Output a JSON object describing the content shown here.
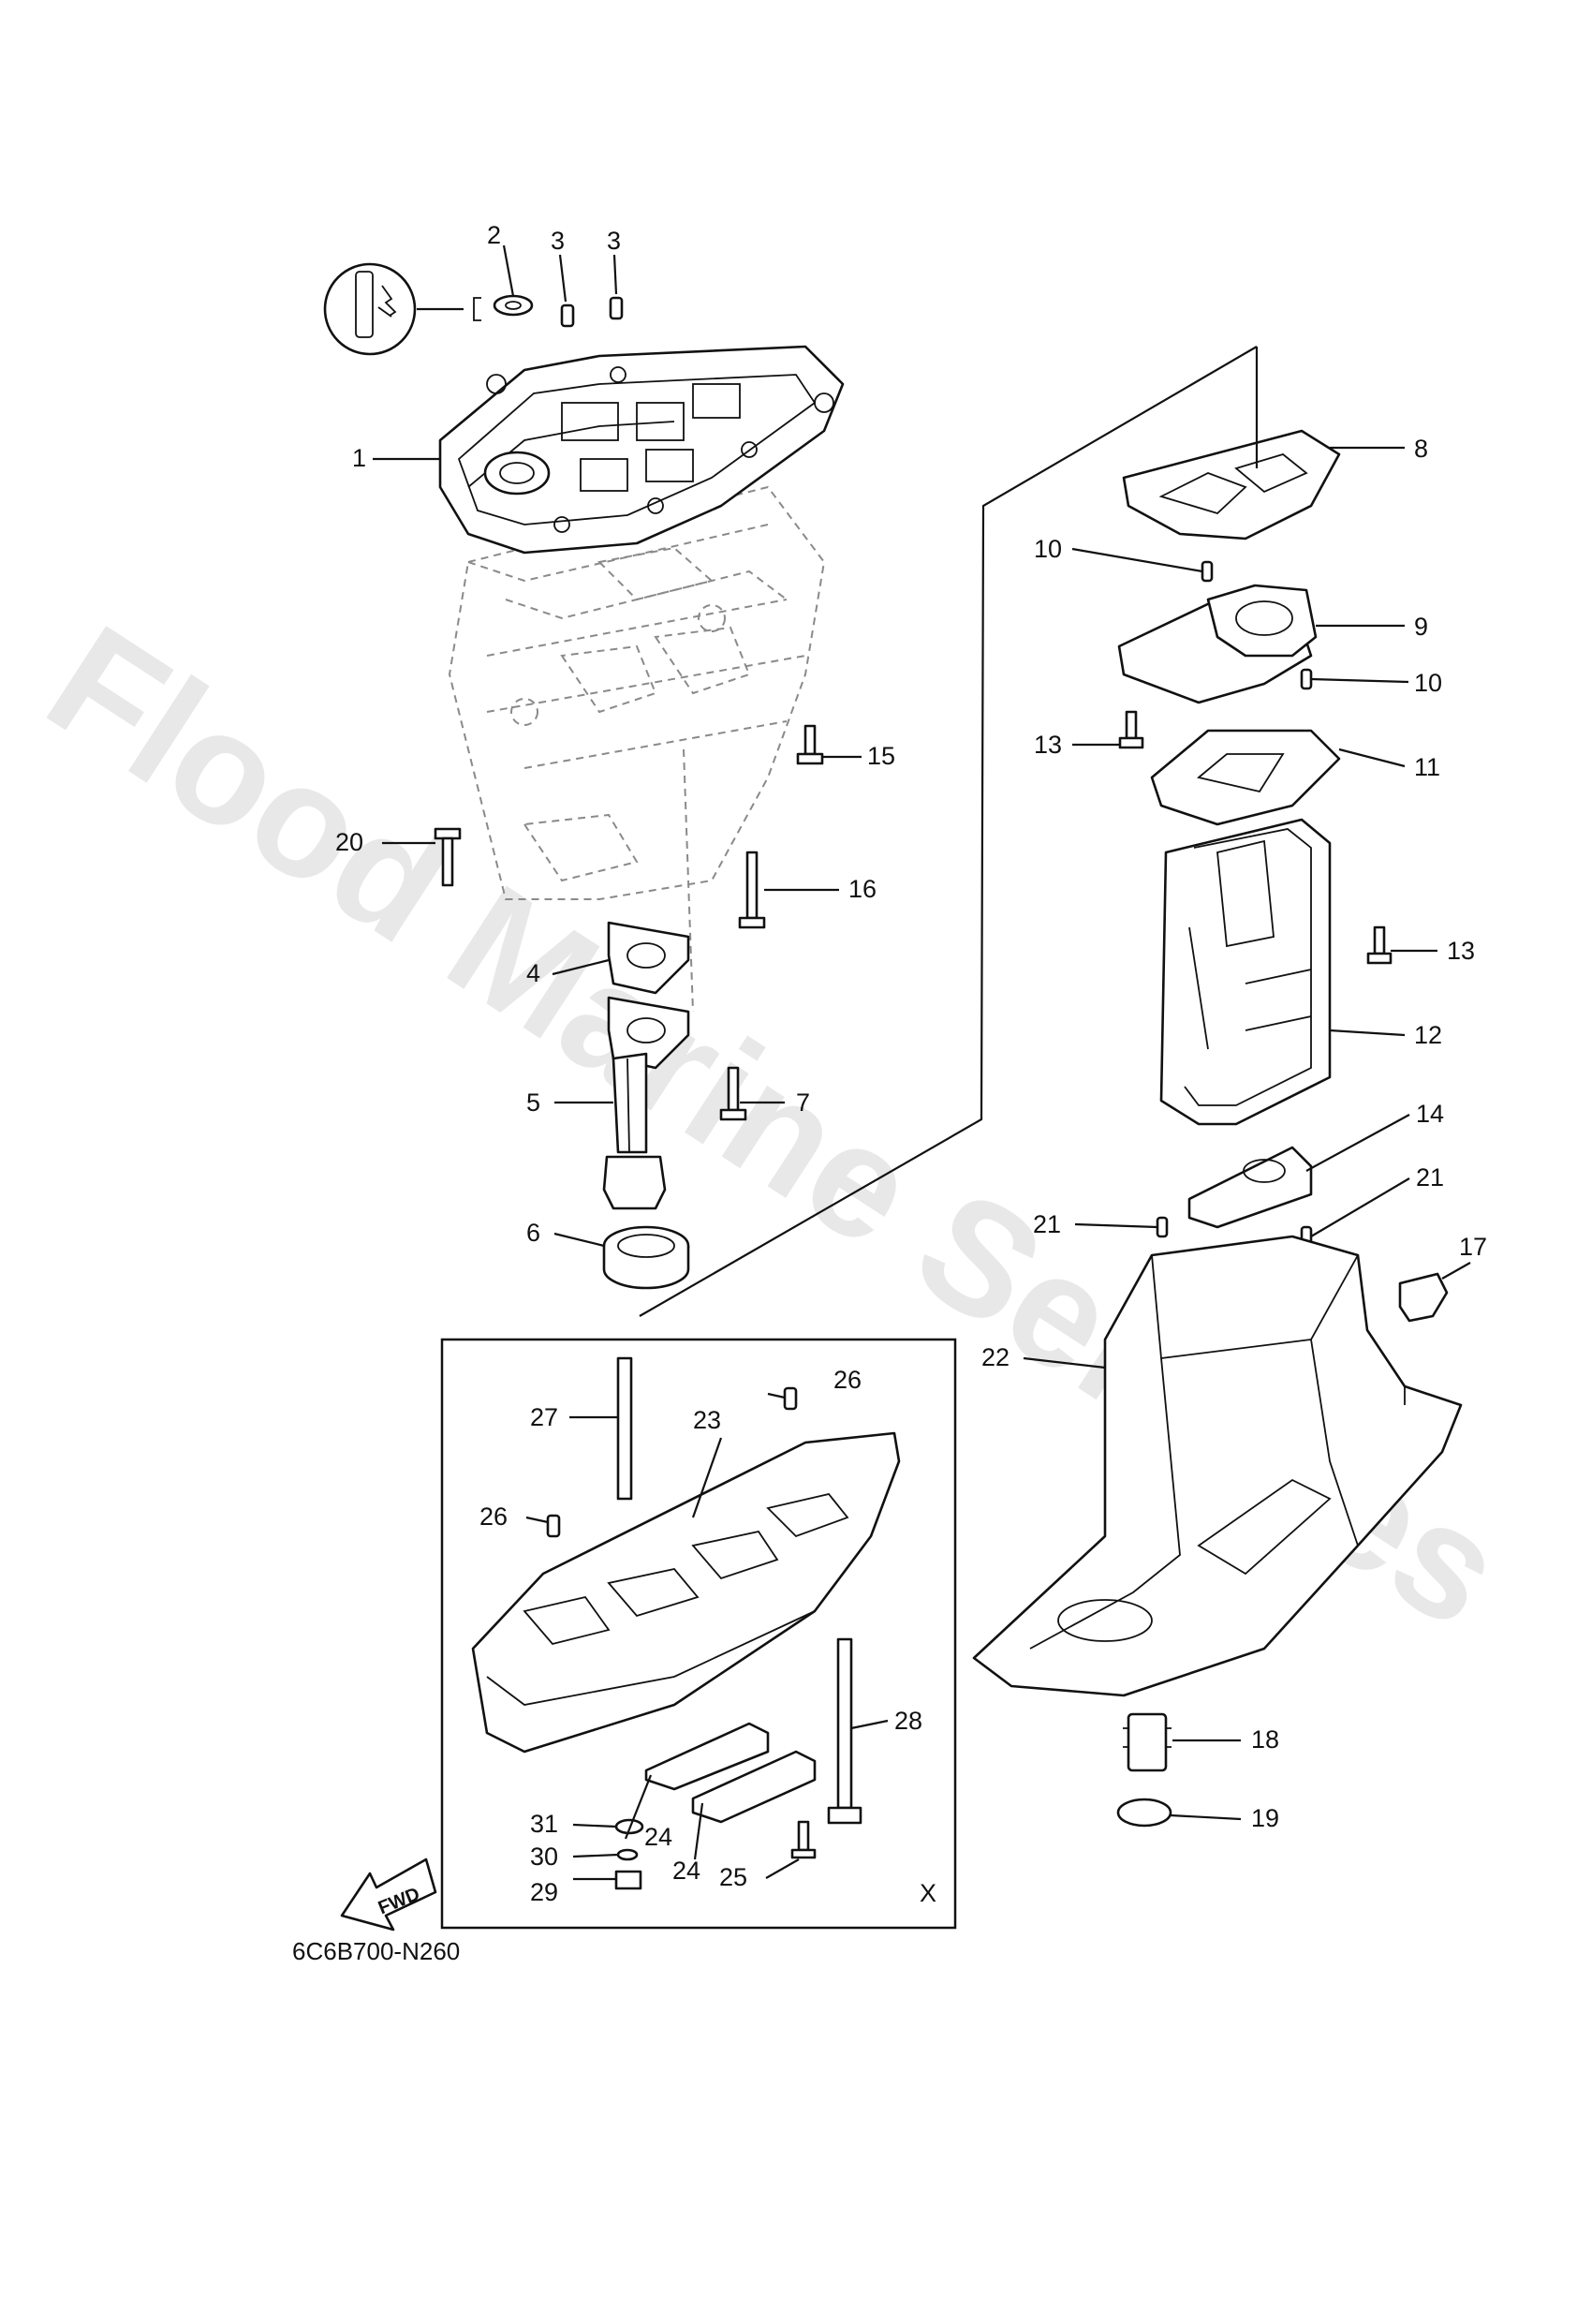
{
  "watermark": "Flood Marine Services",
  "diagram_code": "6C6B700-N260",
  "inset_marker": "X",
  "fwd_label": "FWD",
  "callouts": [
    {
      "id": "c1",
      "label": "1"
    },
    {
      "id": "c2",
      "label": "2"
    },
    {
      "id": "c3a",
      "label": "3"
    },
    {
      "id": "c3b",
      "label": "3"
    },
    {
      "id": "c4",
      "label": "4"
    },
    {
      "id": "c5",
      "label": "5"
    },
    {
      "id": "c6",
      "label": "6"
    },
    {
      "id": "c7",
      "label": "7"
    },
    {
      "id": "c8",
      "label": "8"
    },
    {
      "id": "c9",
      "label": "9"
    },
    {
      "id": "c10a",
      "label": "10"
    },
    {
      "id": "c10b",
      "label": "10"
    },
    {
      "id": "c11",
      "label": "11"
    },
    {
      "id": "c12",
      "label": "12"
    },
    {
      "id": "c13a",
      "label": "13"
    },
    {
      "id": "c13b",
      "label": "13"
    },
    {
      "id": "c14",
      "label": "14"
    },
    {
      "id": "c15",
      "label": "15"
    },
    {
      "id": "c16",
      "label": "16"
    },
    {
      "id": "c17",
      "label": "17"
    },
    {
      "id": "c18",
      "label": "18"
    },
    {
      "id": "c19",
      "label": "19"
    },
    {
      "id": "c20",
      "label": "20"
    },
    {
      "id": "c21a",
      "label": "21"
    },
    {
      "id": "c21b",
      "label": "21"
    },
    {
      "id": "c22",
      "label": "22"
    },
    {
      "id": "c23",
      "label": "23"
    },
    {
      "id": "c24a",
      "label": "24"
    },
    {
      "id": "c24b",
      "label": "24"
    },
    {
      "id": "c25",
      "label": "25"
    },
    {
      "id": "c26a",
      "label": "26"
    },
    {
      "id": "c26b",
      "label": "26"
    },
    {
      "id": "c27",
      "label": "27"
    },
    {
      "id": "c28",
      "label": "28"
    },
    {
      "id": "c29",
      "label": "29"
    },
    {
      "id": "c30",
      "label": "30"
    },
    {
      "id": "c31",
      "label": "31"
    }
  ]
}
